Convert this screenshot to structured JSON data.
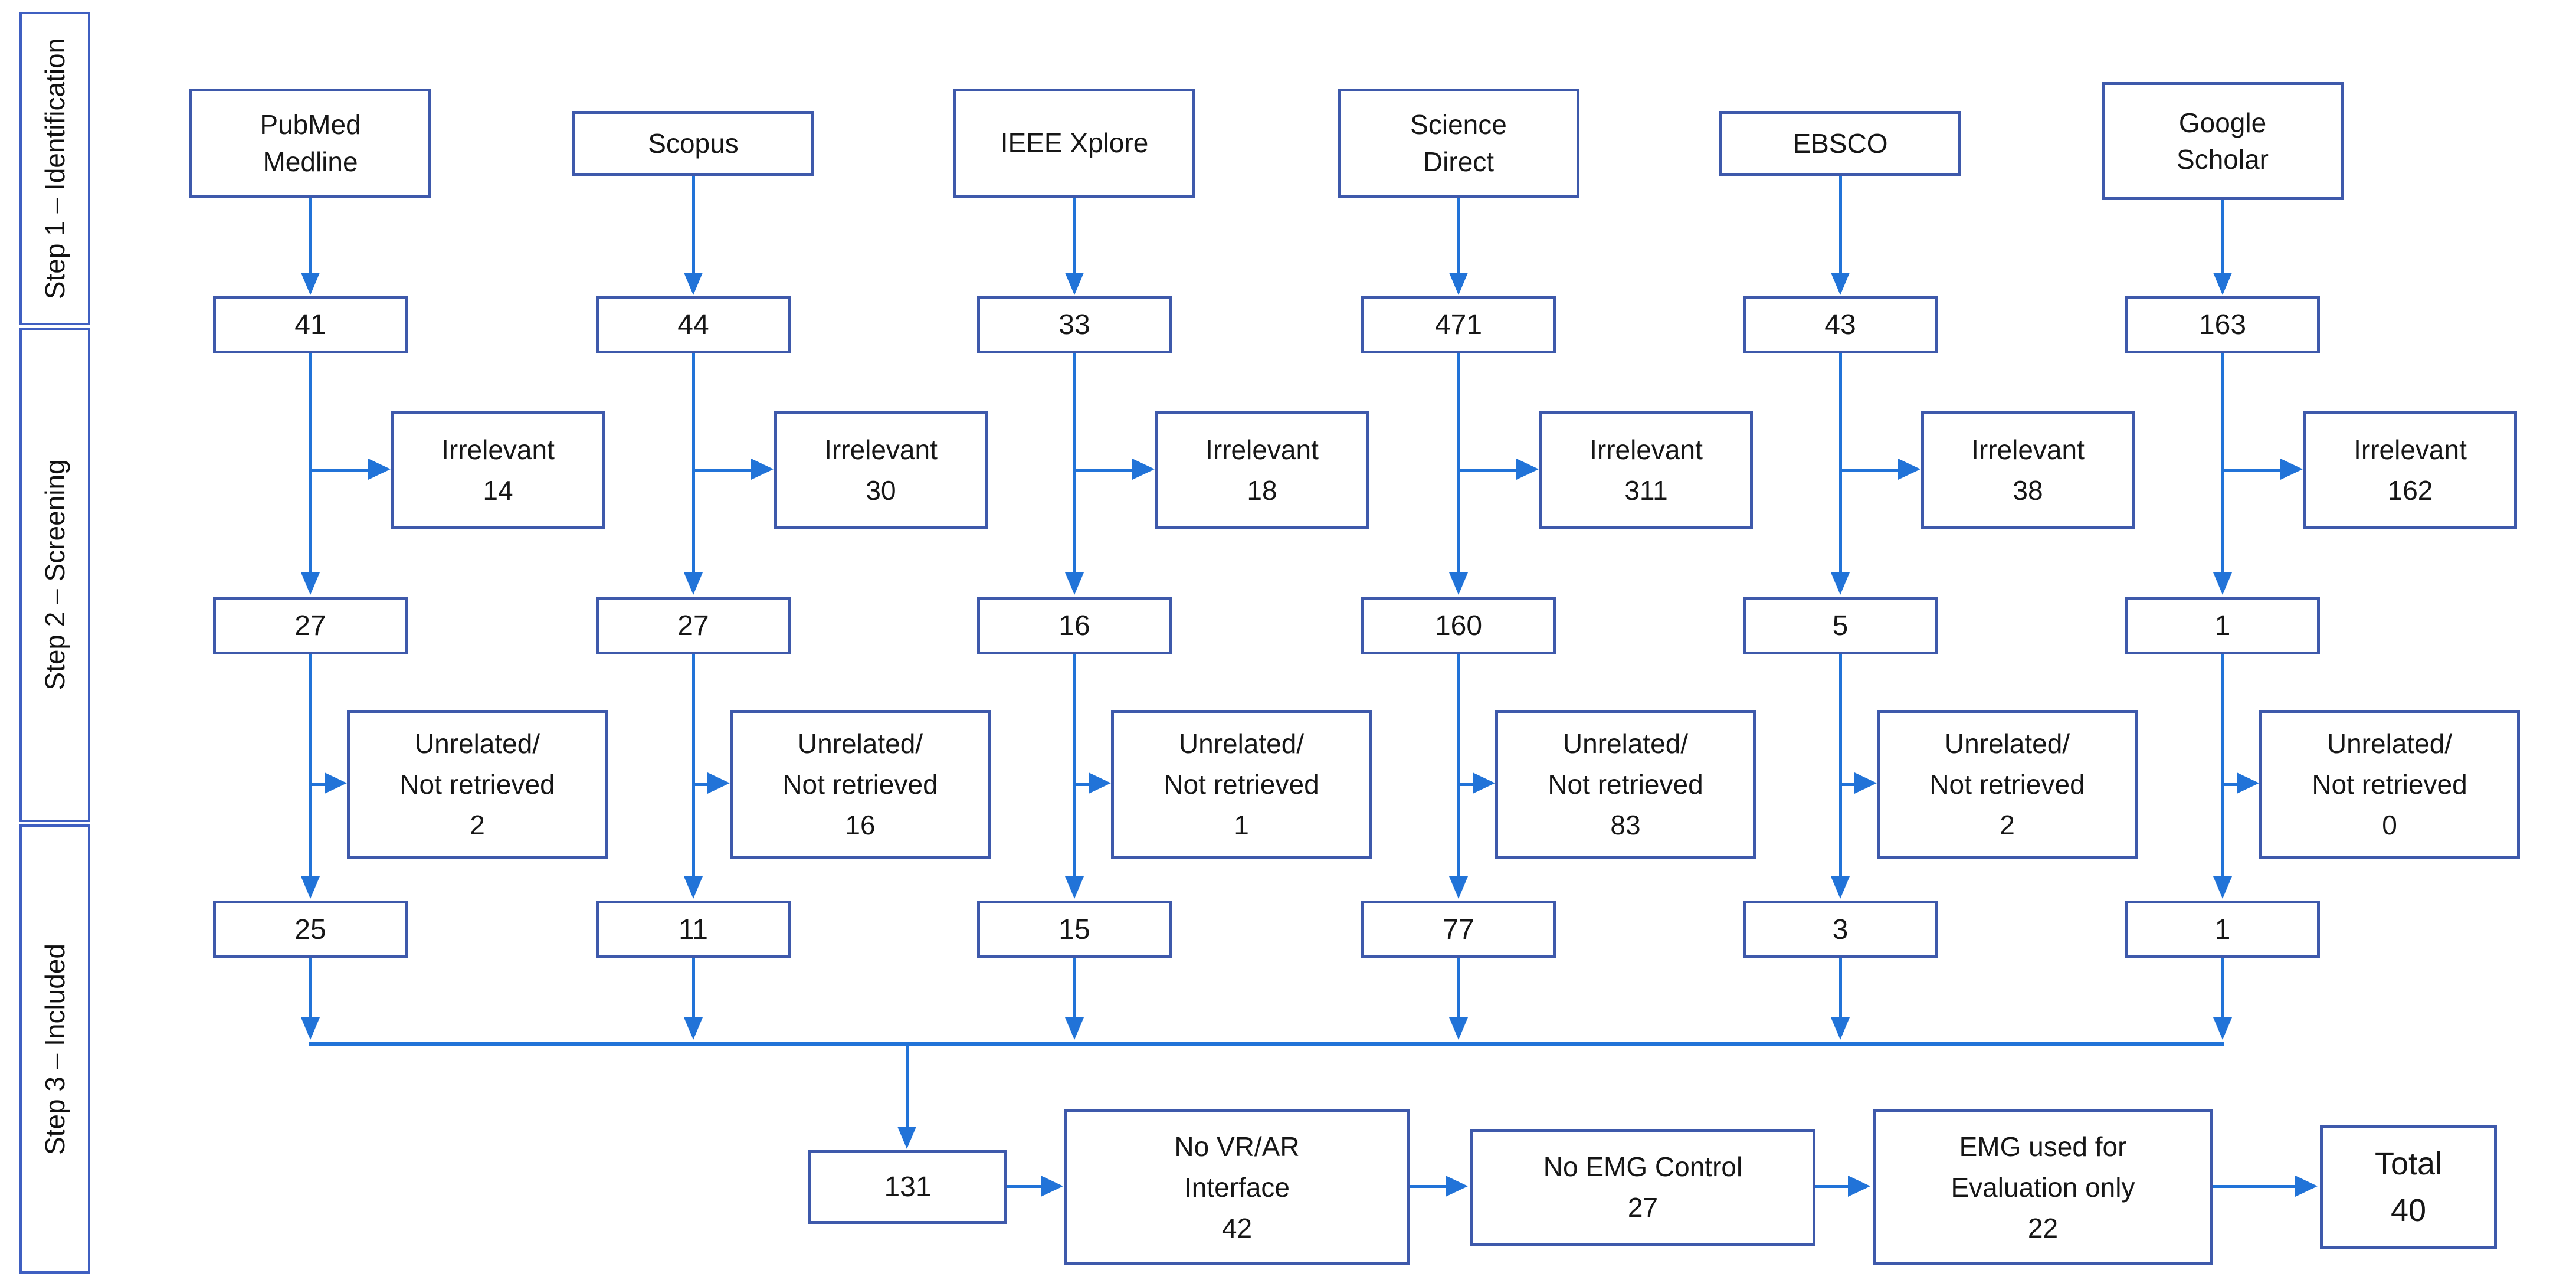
{
  "sidebar": {
    "steps": [
      {
        "label": "Step 1 – Identification"
      },
      {
        "label": "Step 2 – Screening"
      },
      {
        "label": "Step 3 – Included"
      }
    ]
  },
  "labels": {
    "irrelevant": "Irrelevant",
    "unrelated_line1": "Unrelated/",
    "unrelated_line2": "Not retrieved"
  },
  "columns": [
    {
      "source": "PubMed Medline",
      "identified": "41",
      "irrelevant": "14",
      "screened": "27",
      "unrelated": "2",
      "included": "25"
    },
    {
      "source": "Scopus",
      "identified": "44",
      "irrelevant": "30",
      "screened": "27",
      "unrelated": "16",
      "included": "11"
    },
    {
      "source": "IEEE Xplore",
      "identified": "33",
      "irrelevant": "18",
      "screened": "16",
      "unrelated": "1",
      "included": "15"
    },
    {
      "source": "Science Direct",
      "identified": "471",
      "irrelevant": "311",
      "screened": "160",
      "unrelated": "83",
      "included": "77"
    },
    {
      "source": "EBSCO",
      "identified": "43",
      "irrelevant": "38",
      "screened": "5",
      "unrelated": "2",
      "included": "3"
    },
    {
      "source": "Google Scholar",
      "identified": "163",
      "irrelevant": "162",
      "screened": "1",
      "unrelated": "0",
      "included": "1"
    }
  ],
  "final": {
    "pooled": "131",
    "exclusions": [
      {
        "label": "No VR/AR Interface",
        "value": "42"
      },
      {
        "label": "No EMG Control",
        "value": "27"
      },
      {
        "label": "EMG used for Evaluation only",
        "value": "22"
      }
    ],
    "total_label": "Total",
    "total_value": "40"
  }
}
